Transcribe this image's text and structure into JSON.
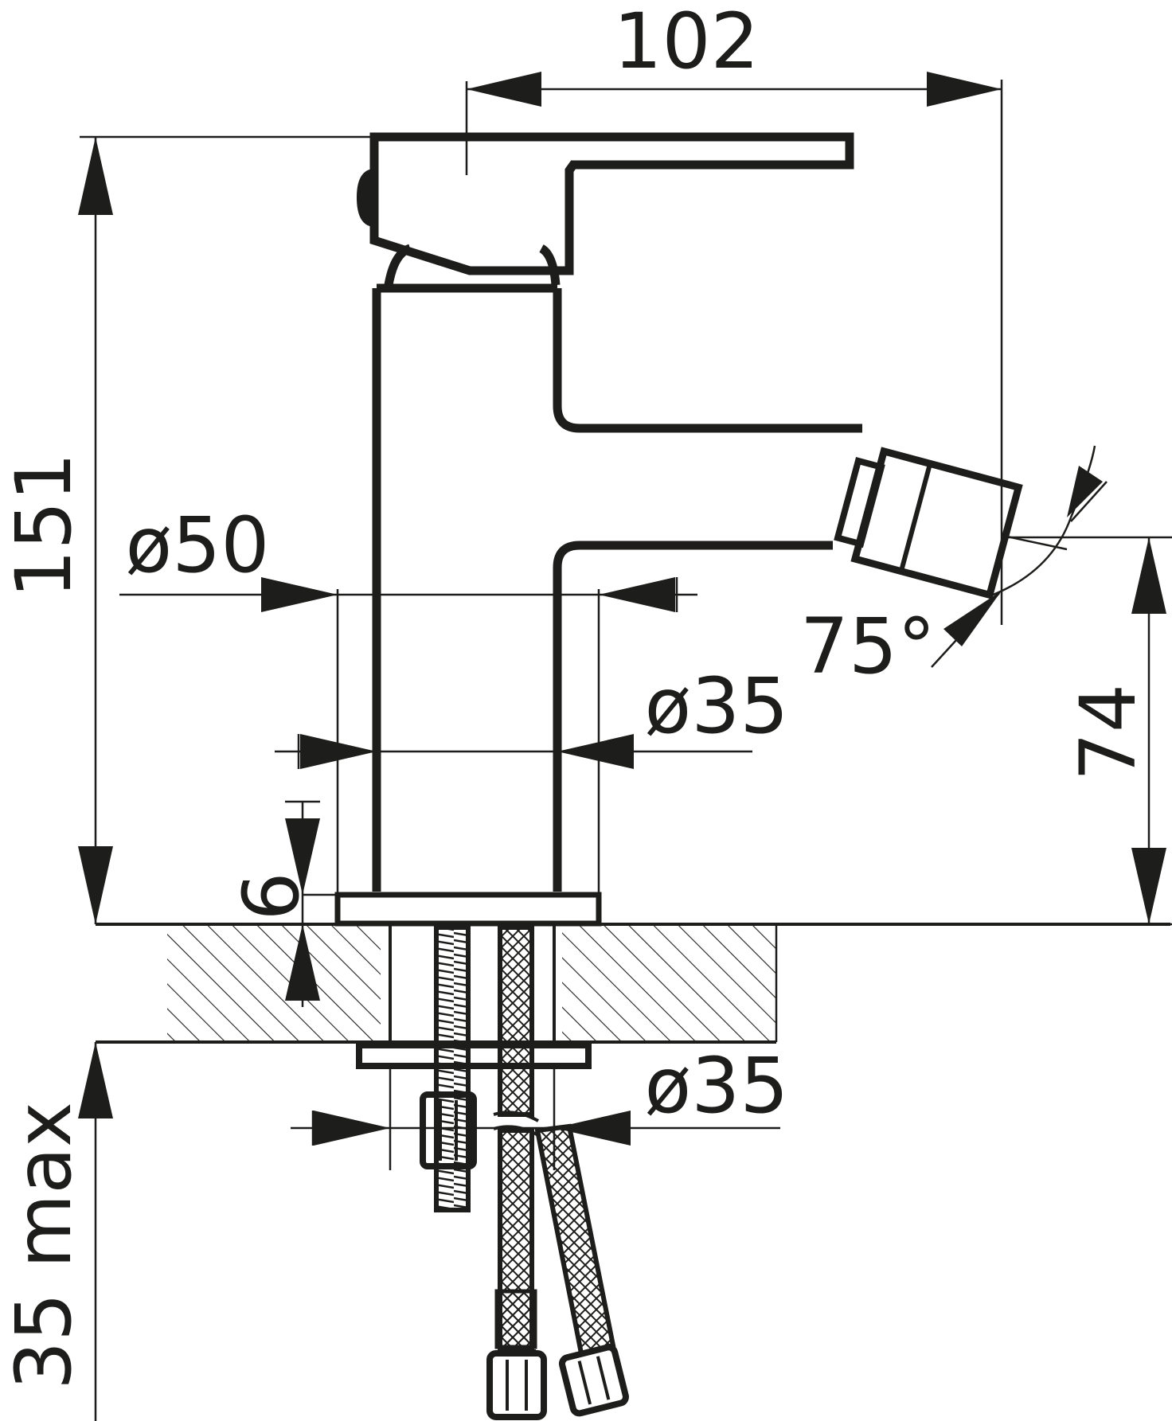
{
  "dimensions": {
    "spout_reach": "102",
    "total_height": "151",
    "base_diameter": "ø50",
    "body_diameter": "ø35",
    "spout_angle": "75°",
    "spout_height": "74",
    "base_thickness": "6",
    "mount_hole_diameter": "ø35",
    "max_counter_thickness": "35 max"
  },
  "colors": {
    "ink": "#1d1d1b",
    "paper": "#ffffff"
  }
}
